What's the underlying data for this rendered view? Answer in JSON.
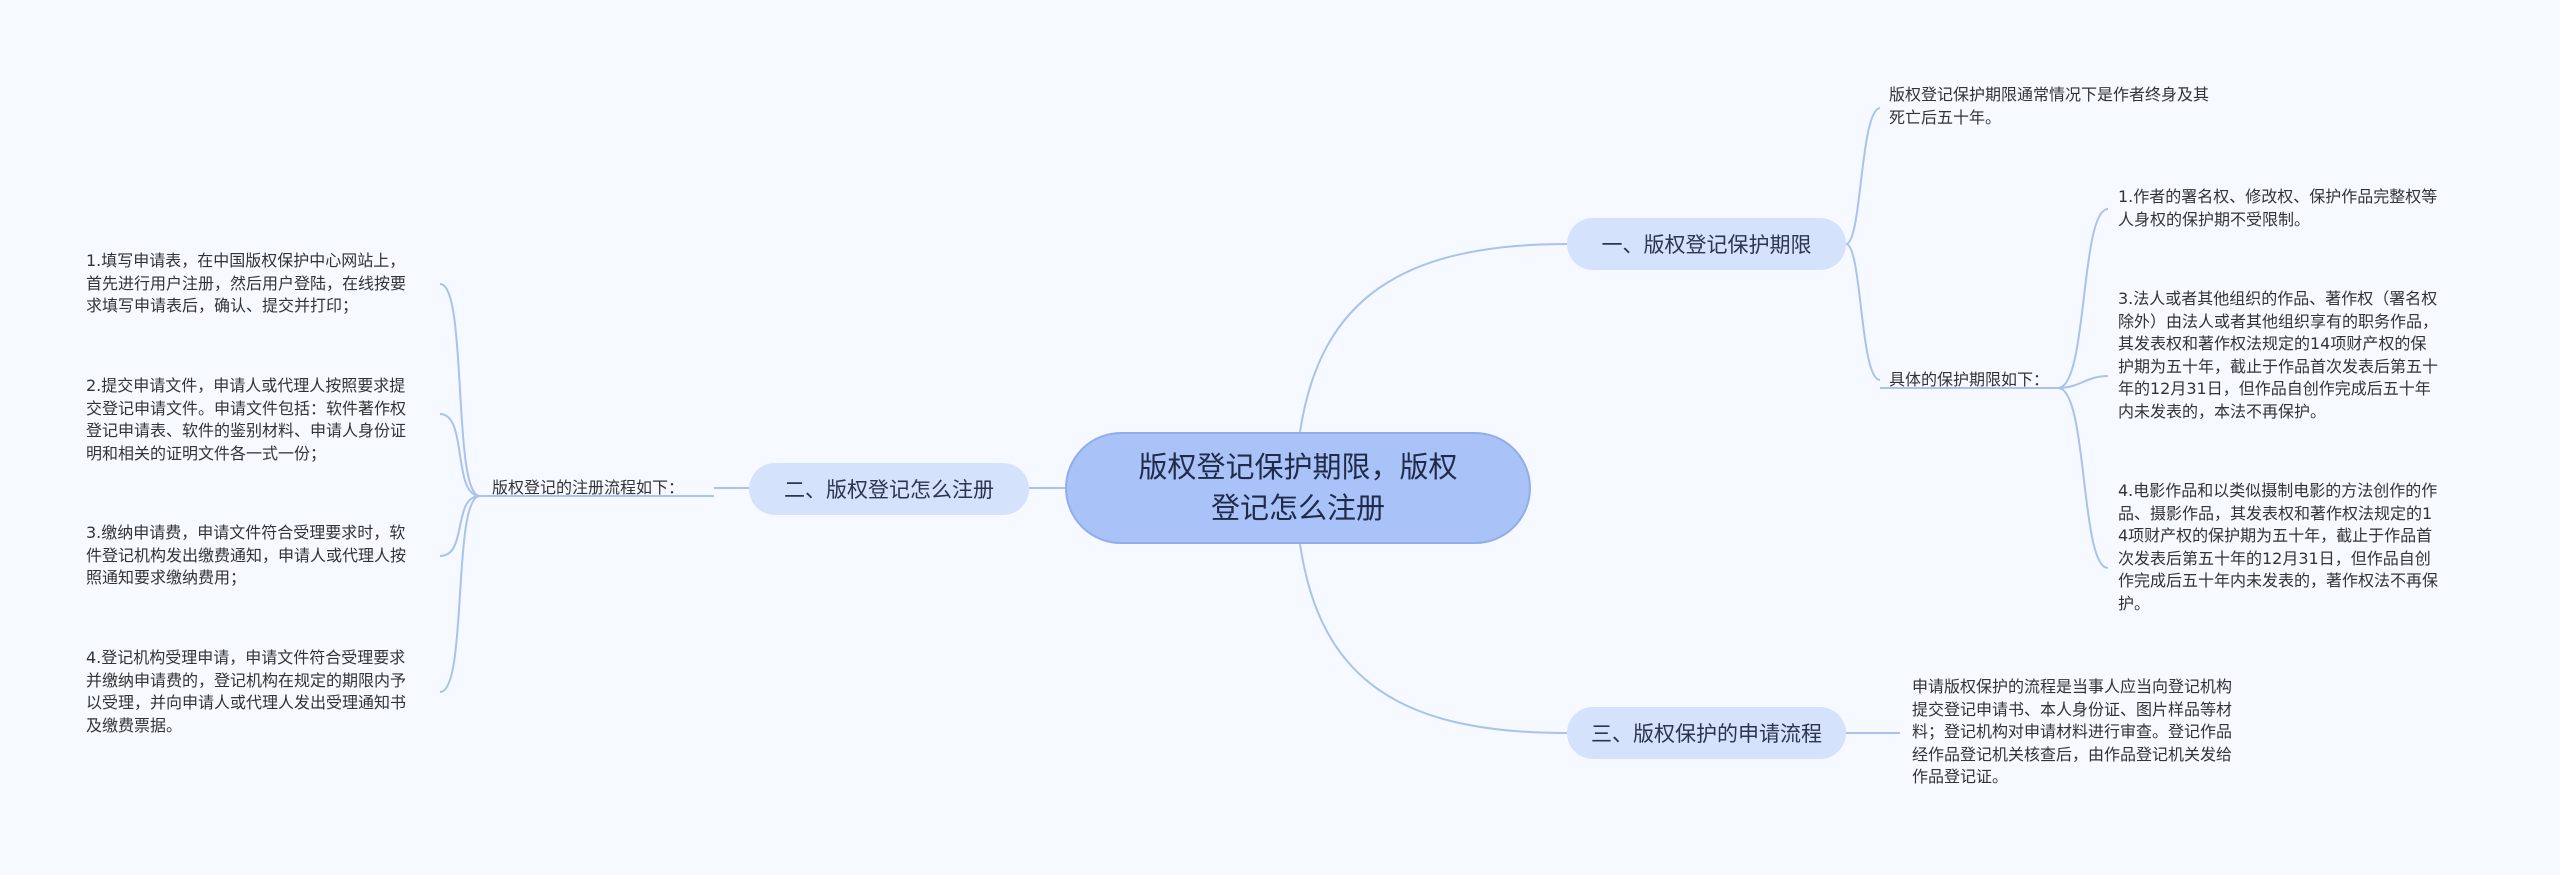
{
  "root": {
    "title": "版权登记保护期限，版权\n登记怎么注册"
  },
  "branches": [
    {
      "label": "一、版权登记保护期限",
      "children": [
        {
          "text": "版权登记保护期限通常情况下是作者终身及其\n死亡后五十年。"
        },
        {
          "label": "具体的保护期限如下：",
          "children": [
            "1.作者的署名权、修改权、保护作品完整权等\n人身权的保护期不受限制。",
            "3.法人或者其他组织的作品、著作权（署名权\n除外）由法人或者其他组织享有的职务作品，\n其发表权和著作权法规定的14项财产权的保\n护期为五十年，截止于作品首次发表后第五十\n年的12月31日，但作品自创作完成后五十年\n内未发表的，本法不再保护。",
            "4.电影作品和以类似摄制电影的方法创作的作\n品、摄影作品，其发表权和著作权法规定的1\n4项财产权的保护期为五十年，截止于作品首\n次发表后第五十年的12月31日，但作品自创\n作完成后五十年内未发表的，著作权法不再保\n护。"
          ]
        }
      ]
    },
    {
      "label": "二、版权登记怎么注册",
      "children": [
        {
          "label": "版权登记的注册流程如下：",
          "children": [
            "1.填写申请表，在中国版权保护中心网站上，\n首先进行用户注册，然后用户登陆，在线按要\n求填写申请表后，确认、提交并打印；",
            "2.提交申请文件，申请人或代理人按照要求提\n交登记申请文件。申请文件包括：软件著作权\n登记申请表、软件的鉴别材料、申请人身份证\n明和相关的证明文件各一式一份；",
            "3.缴纳申请费，申请文件符合受理要求时，软\n件登记机构发出缴费通知，申请人或代理人按\n照通知要求缴纳费用；",
            "4.登记机构受理申请，申请文件符合受理要求\n并缴纳申请费的，登记机构在规定的期限内予\n以受理，并向申请人或代理人发出受理通知书\n及缴费票据。"
          ]
        }
      ]
    },
    {
      "label": "三、版权保护的申请流程",
      "children": [
        {
          "text": "申请版权保护的流程是当事人应当向登记机构\n提交登记申请书、本人身份证、图片样品等材\n料；登记机构对申请材料进行审查。登记作品\n经作品登记机关核查后，由作品登记机关发给\n作品登记证。"
        }
      ]
    }
  ],
  "colors": {
    "root_fill": "#a9c2f7",
    "branch_fill": "#d4e2fb",
    "line": "#a9c2ee",
    "background": "#f6f9ff"
  }
}
